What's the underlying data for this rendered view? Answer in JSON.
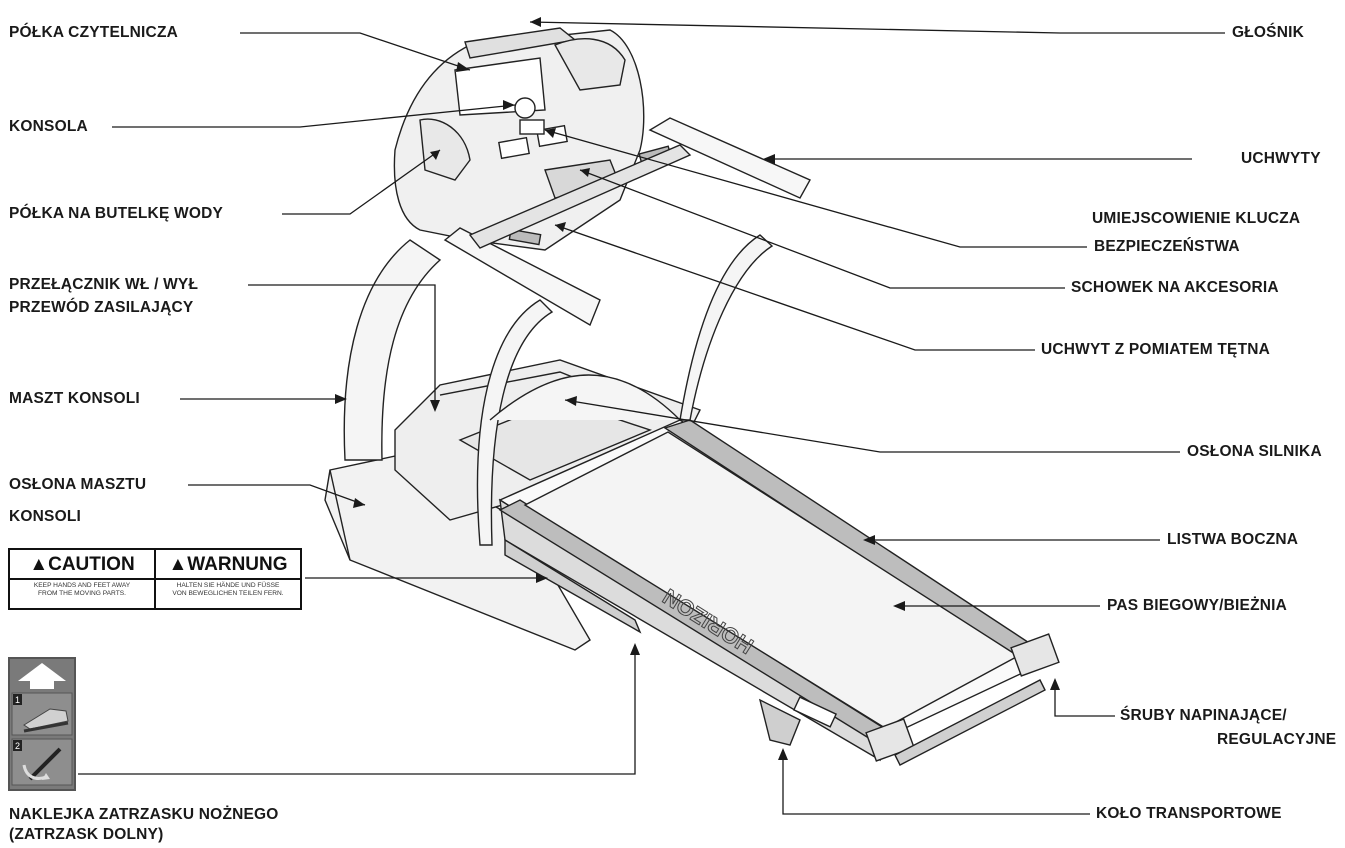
{
  "labels": {
    "polka_czytelnicza": "PÓŁKA CZYTELNICZA",
    "konsola": "KONSOLA",
    "polka_butelka": "PÓŁKA NA BUTELKĘ WODY",
    "przelacznik_line1": "PRZEŁĄCZNIK WŁ / WYŁ",
    "przelacznik_line2": "PRZEWÓD ZASILAJĄCY",
    "maszt_konsoli": "MASZT KONSOLI",
    "oslona_masztu_line1": "OSŁONA MASZTU",
    "oslona_masztu_line2": "KONSOLI",
    "naklejka_line1": "NAKLEJKA ZATRZASKU NOŻNEGO",
    "naklejka_line2": "(ZATRZASK DOLNY)",
    "glosnik": "GŁOŚNIK",
    "uchwyty": "UCHWYTY",
    "klucz_line1": "UMIEJSCOWIENIE KLUCZA",
    "klucz_line2": "BEZPIECZEŃSTWA",
    "schowek": "SCHOWEK NA AKCESORIA",
    "uchwyt_tetno": "UCHWYT Z POMIATEM TĘTNA",
    "oslona_silnika": "OSŁONA SILNIKA",
    "listwa_boczna": "LISTWA BOCZNA",
    "pas_biegowy": "PAS BIEGOWY/BIEŻNIA",
    "sruby_line1": "ŚRUBY NAPINAJĄCE/",
    "sruby_line2": "REGULACYJNE",
    "kolo": "KOŁO TRANSPORTOWE"
  },
  "warning_label": {
    "caution_title": "▲CAUTION",
    "caution_line1": "KEEP HANDS AND FEET AWAY",
    "caution_line2": "FROM THE MOVING PARTS.",
    "warnung_title": "▲WARNUNG",
    "warnung_line1": "HALTEN SIE HÄNDE UND FÜSSE",
    "warnung_line2": "VON BEWEGLICHEN TEILEN FERN."
  },
  "sticker": {
    "step1": "1",
    "step2": "2"
  },
  "deck_logo": "HORIZON"
}
